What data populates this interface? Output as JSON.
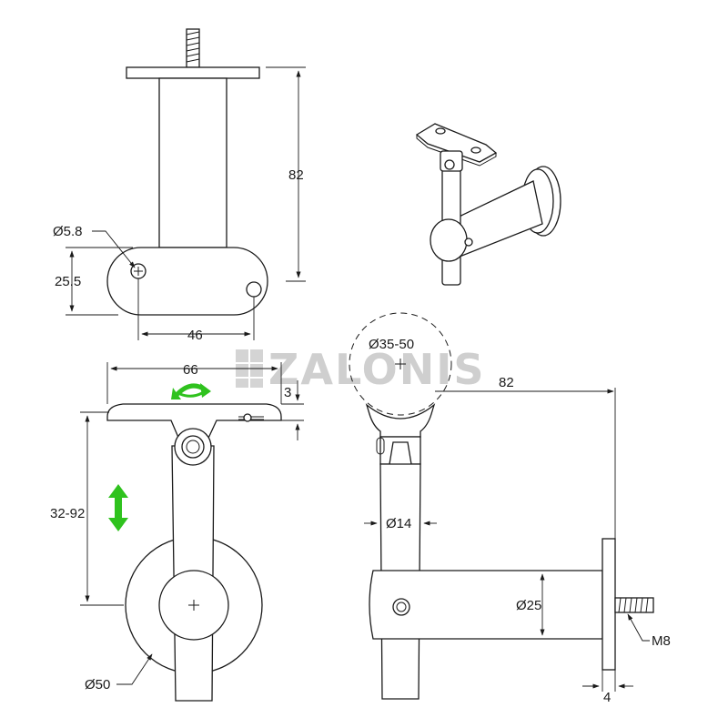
{
  "watermark": {
    "text": "ZALONIS"
  },
  "colors": {
    "line": "#1a1a1a",
    "accent_arrow": "#2fc21e",
    "watermark": "#cfcfcf"
  },
  "icons": {
    "rotate": "green-rotate-arrow-icon",
    "adjust": "green-vertical-double-arrow-icon"
  },
  "dimensions": {
    "top_view_height": "82",
    "hole_diameter": "Ø5.8",
    "plate_height": "25.5",
    "hole_spacing": "46",
    "saddle_width": "66",
    "saddle_thickness": "3",
    "height_range": "32-92",
    "rose_diameter": "Ø50",
    "rail_diameter": "Ø35-50",
    "projection": "82",
    "post_diameter": "Ø14",
    "arm_diameter": "Ø25",
    "thread": "M8",
    "flange_thickness": "4"
  }
}
